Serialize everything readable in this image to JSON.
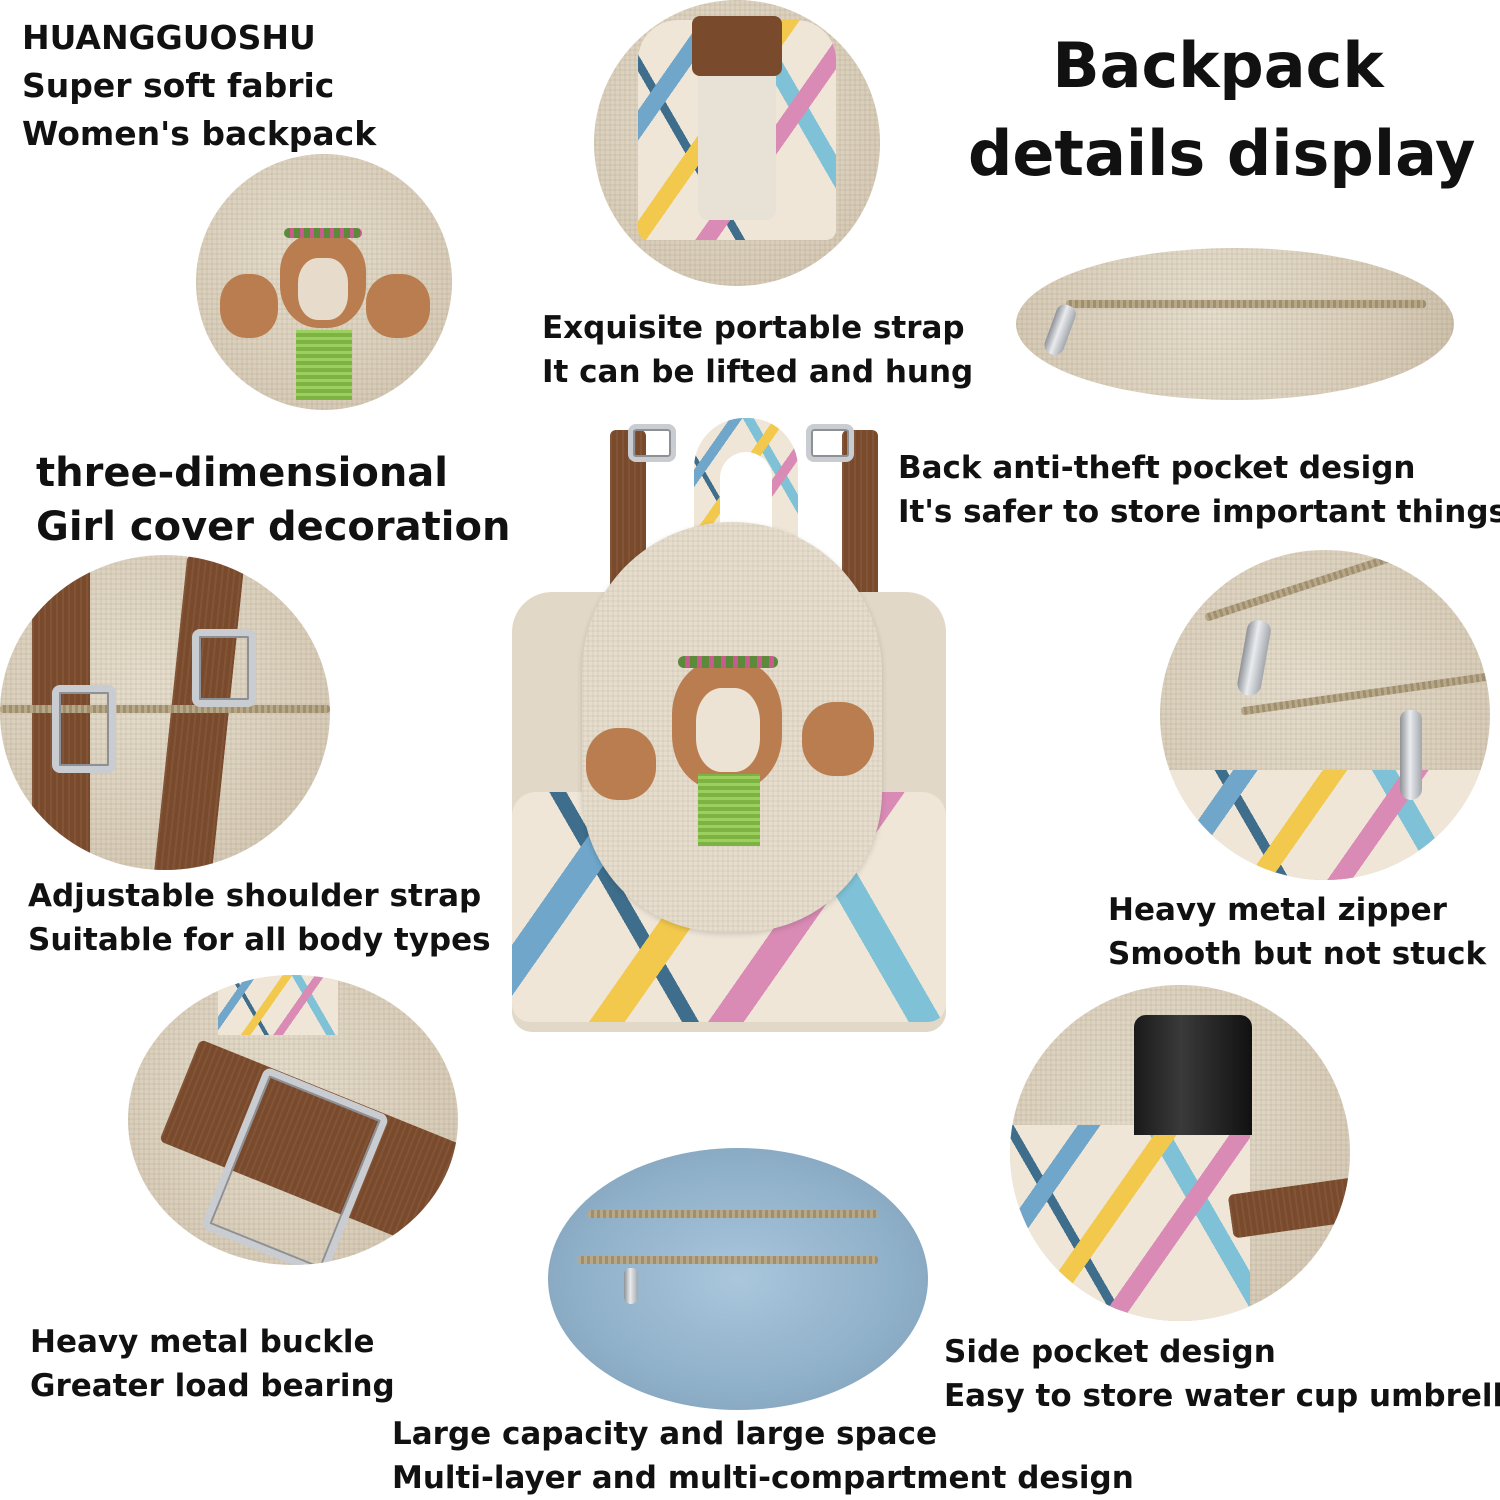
{
  "brand": {
    "name": "HUANGGUOSHU",
    "line2": "Super soft fabric",
    "line3": "Women's backpack"
  },
  "title": {
    "line1": "Backpack",
    "line2": "details display"
  },
  "features": {
    "strap": {
      "line1": "Exquisite portable strap",
      "line2": "It can be lifted and hung"
    },
    "girl": {
      "line1": "three-dimensional",
      "line2": "Girl cover decoration"
    },
    "antitheft": {
      "line1": "Back anti-theft pocket design",
      "line2": "It's safer to store important things"
    },
    "shoulder": {
      "line1": "Adjustable shoulder strap",
      "line2": "Suitable for all body types"
    },
    "zipper": {
      "line1": "Heavy metal zipper",
      "line2": "Smooth but not stuck"
    },
    "buckle": {
      "line1": "Heavy metal buckle",
      "line2": "Greater load bearing"
    },
    "side": {
      "line1": "Side pocket design",
      "line2": "Easy to store water cup umbrella"
    },
    "capacity": {
      "line1": "Large capacity and large space",
      "line2": "Multi-layer and multi-compartment design"
    }
  },
  "colors": {
    "linen": "#d8ccb7",
    "strap_brown": "#7a4a2c",
    "lining_blue": "#9fbdd6",
    "metal": "#c9ccd0"
  }
}
